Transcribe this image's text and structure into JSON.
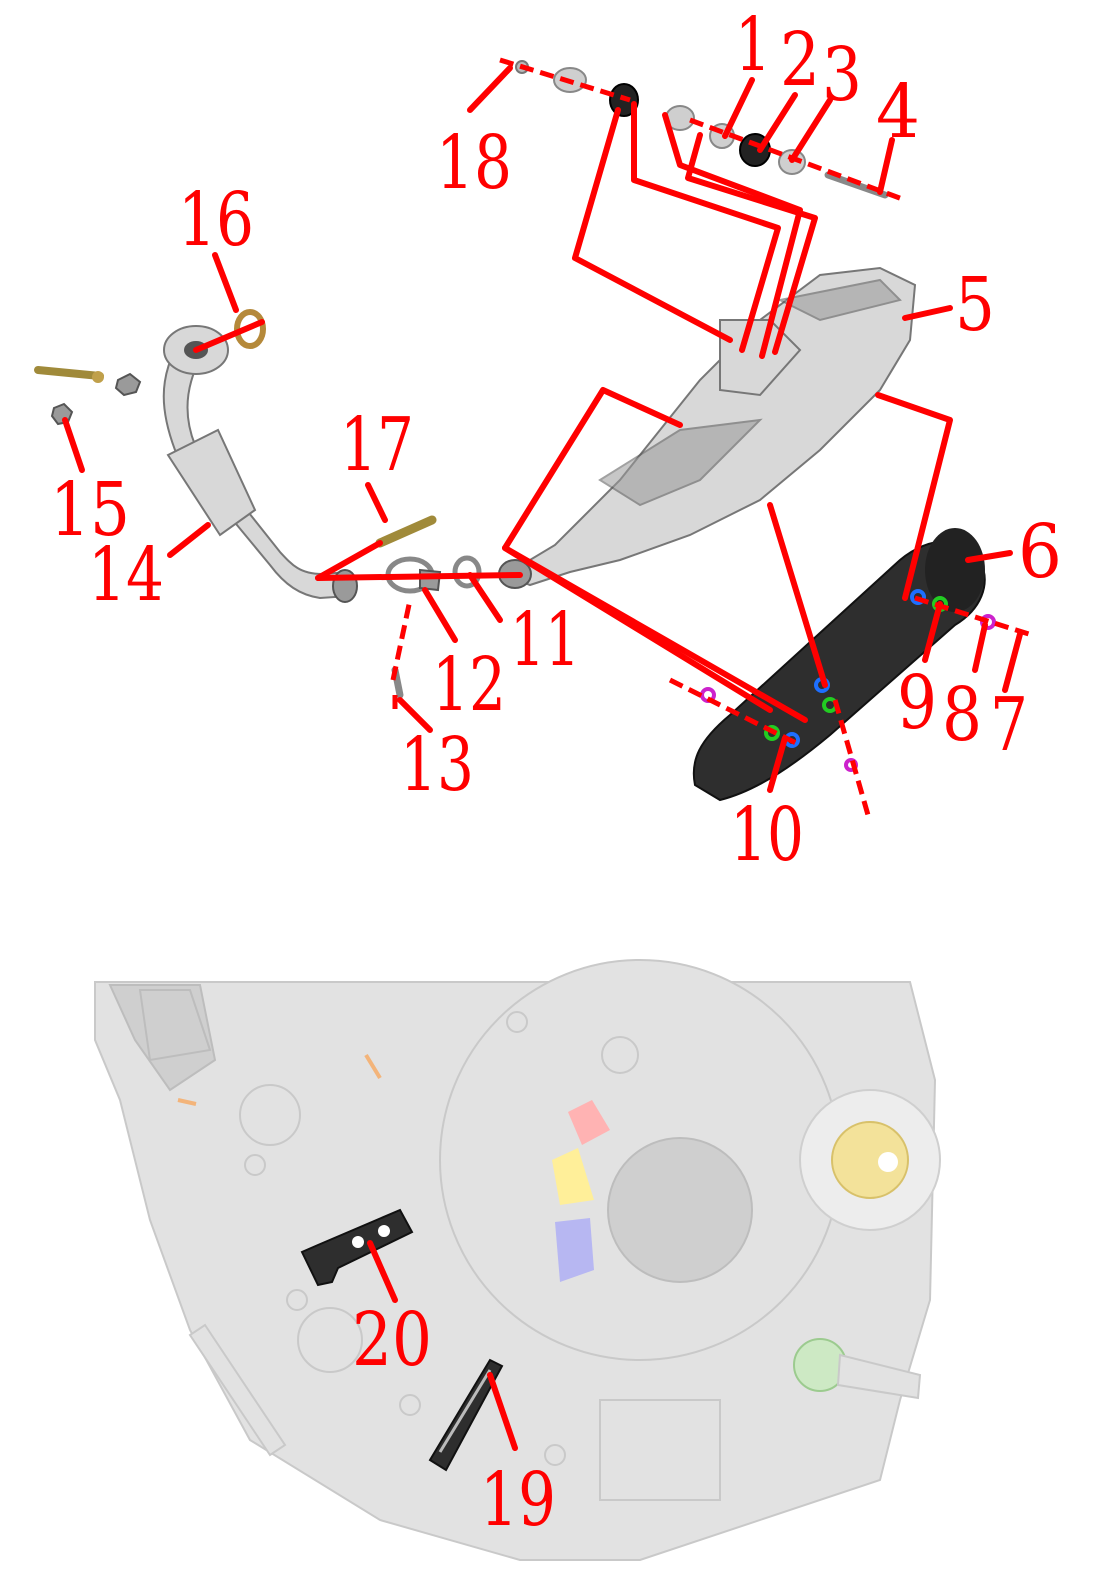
{
  "callouts": {
    "c1": "1",
    "c2": "2",
    "c3": "3",
    "c4": "4",
    "c5": "5",
    "c6": "6",
    "c7": "7",
    "c8": "8",
    "c9": "9",
    "c10": "10",
    "c11": "11",
    "c12": "12",
    "c13": "13",
    "c14": "14",
    "c15": "15",
    "c16": "16",
    "c17": "17",
    "c18": "18",
    "c19": "19",
    "c20": "20"
  },
  "colors": {
    "leader": "#ff0000",
    "bracket_part": "#1a1a1a",
    "engine_ghost": "#e2e2e2",
    "washer_blue": "#1e6fff",
    "washer_green": "#22cc22",
    "washer_magenta": "#cc22cc",
    "gasket_bronze": "#b5893a"
  }
}
